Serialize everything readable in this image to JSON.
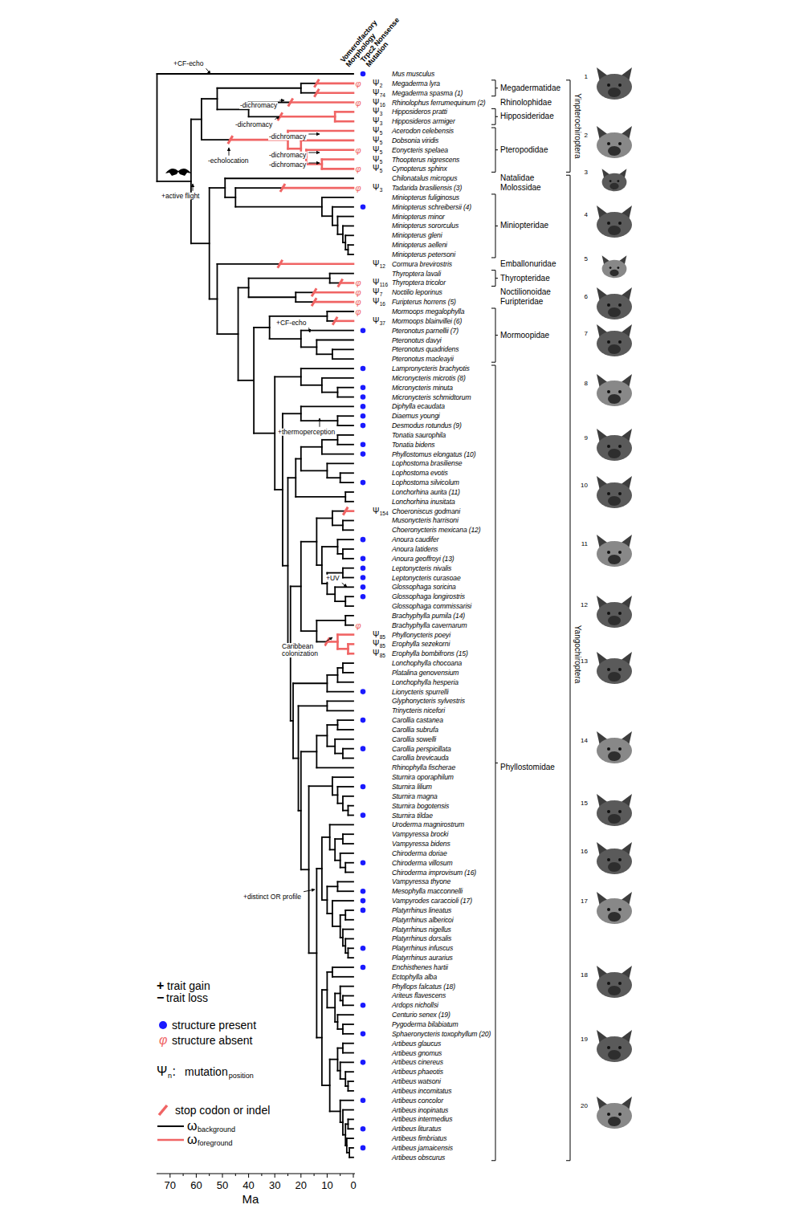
{
  "diagram": {
    "labels": [
      "Vomerolfactory Morphology",
      "Trpc2 Nonsense Mutation",
      "Mus musculus",
      "Megaderma lyra",
      "Megaderma spasma (1)",
      "Rhinolophus ferrumequinum (2)",
      "Hipposideros pratti",
      "Hipposideros armiger",
      "Acerodon celebensis",
      "Dobsonia viridis",
      "Eonycteris spelaea",
      "Thoopterus nigrescens",
      "Cynopterus sphinx",
      "Chilonatalus micropus",
      "Tadarida brasiliensis (3)",
      "Miniopterus fuliginosus",
      "Miniopterus schreibersii (4)",
      "Miniopterus minor",
      "Miniopterus sororculus",
      "Miniopterus gleni",
      "Miniopterus aelleni",
      "Miniopterus petersoni",
      "Cormura brevirostris",
      "Thyroptera lavali",
      "Thyroptera tricolor",
      "Noctilio leporinus",
      "Furipterus horrens (5)",
      "Mormoops megalophylla",
      "Mormoops blainvillei (6)",
      "Pteronotus parnellii (7)",
      "Pteronotus davyi",
      "Pteronotus quadridens",
      "Pteronotus macleayii",
      "Lampronycteris brachyotis",
      "Micronycteris microtis (8)",
      "Micronycteris minuta",
      "Micronycteris schmidtorum",
      "Diphylla ecaudata",
      "Diaemus youngi",
      "Desmodus rotundus (9)",
      "Tonatia saurophila",
      "Tonatia bidens",
      "Phyllostomus elongatus (10)",
      "Lophostoma brasiliense",
      "Lophostoma evotis",
      "Lophostoma silvicolum",
      "Lonchorhina aurita (11)",
      "Lonchorhina inusitata",
      "Choeroniscus godmani",
      "Musonycteris harrisoni",
      "Choeronycteris mexicana (12)",
      "Anoura caudifer",
      "Anoura latidens",
      "Anoura geoffroyi (13)",
      "Leptonycteris nivalis",
      "Leptonycteris curasoae",
      "Glossophaga soricina",
      "Glossophaga longirostris",
      "Glossophaga commissarisi",
      "Brachyphylla pumila (14)",
      "Brachyphylla cavernarum",
      "Phyllonycteris poeyi",
      "Erophylla sezekorni",
      "Erophylla bombifrons (15)",
      "Lonchophylla chocoana",
      "Platalina genovensium",
      "Lonchophylla hesperia",
      "Lionycteris spurrelli",
      "Glyphonycteris sylvestris",
      "Trinycteris nicefori",
      "Carollia castanea",
      "Carollia subrufa",
      "Carollia sowelli",
      "Carollia perspicillata",
      "Carollia brevicauda",
      "Rhinophylla fischerae",
      "Sturnira oporaphilum",
      "Sturnira lilium",
      "Sturnira magna",
      "Sturnira bogotensis",
      "Sturnira tildae",
      "Uroderma magnirostrum",
      "Vampyressa brocki",
      "Vampyressa bidens",
      "Chiroderma doriae",
      "Chiroderma villosum",
      "Chiroderma improvisum (16)",
      "Vampyressa thyone",
      "Mesophylla macconnelli",
      "Vampyrodes caraccioli (17)",
      "Platyrrhinus lineatus",
      "Platyrrhinus albericoi",
      "Platyrrhinus nigellus",
      "Platyrrhinus dorsalis",
      "Platyrrhinus infuscus",
      "Platyrrhinus aurarius",
      "Enchisthenes hartii",
      "Ectophylla alba",
      "Phyllops falcatus (18)",
      "Ariteus flavescens",
      "Ardops nichollsi",
      "Centurio senex (19)",
      "Pygoderma bilabiatum",
      "Sphaeronycteris toxophyllum (20)",
      "Artibeus glaucus",
      "Artibeus gnomus",
      "Artibeus cinereus",
      "Artibeus phaeotis",
      "Artibeus watsoni",
      "Artibeus incomitatus",
      "Artibeus concolor",
      "Artibeus inopinatus",
      "Artibeus intermedius",
      "Artibeus lituratus",
      "Artibeus fimbriatus",
      "Artibeus jamaicensis",
      "Artibeus obscurus",
      "Megadermatidae",
      "Rhinolophidae",
      "Hipposideridae",
      "Pteropodidae",
      "Natalidae",
      "Molossidae",
      "Miniopteridae",
      "Emballonuridae",
      "Thyropteridae",
      "Noctilionoidae",
      "Furipteridae",
      "Mormoopidae",
      "Phyllostomidae",
      "Yinpterochiroptera",
      "Yangochiroptera",
      "+CF-echo",
      "-dichromacy",
      "-dichromacy",
      "-echolocation",
      "-dichromacy",
      "-dichromacy",
      "-dichromacy",
      "+active flight",
      "+CF-echo",
      "+thermoperception",
      "+UV",
      "Caribbean colonization",
      "+distinct OR profile",
      "φ",
      "φ",
      "φ",
      "φ",
      "φ",
      "φ",
      "φ",
      "φ",
      "φ",
      "φ",
      "Ψ",
      "2",
      "Ψ",
      "74",
      "Ψ",
      "16",
      "Ψ",
      "3",
      "Ψ",
      "3",
      "Ψ",
      "5",
      "Ψ",
      "5",
      "Ψ",
      "5",
      "Ψ",
      "5",
      "Ψ",
      "5",
      "Ψ",
      "3",
      "Ψ",
      "12",
      "Ψ",
      "116",
      "Ψ",
      "7",
      "Ψ",
      "16",
      "Ψ",
      "37",
      "Ψ",
      "154",
      "Ψ",
      "85",
      "Ψ",
      "85",
      "Ψ",
      "85",
      "1",
      "2",
      "3",
      "4",
      "5",
      "6",
      "7",
      "8",
      "9",
      "10",
      "11",
      "12",
      "13",
      "14",
      "15",
      "16",
      "17",
      "18",
      "19",
      "20",
      "70",
      "60",
      "50",
      "40",
      "30",
      "20",
      "10",
      "0",
      "Ma",
      "+",
      "−",
      "φ",
      "Ψ",
      "n",
      ":",
      "position",
      "ω",
      "ω"
    ],
    "legend": [
      {
        "text": "trait gain"
      },
      {
        "text": "trait loss"
      },
      {
        "text": "structure present",
        "color": "#1a1aff"
      },
      {
        "text": "structure absent"
      },
      {
        "text": "mutation"
      },
      {
        "text": "stop codon or indel"
      },
      {
        "text": "background"
      },
      {
        "text": "foreground"
      }
    ]
  }
}
